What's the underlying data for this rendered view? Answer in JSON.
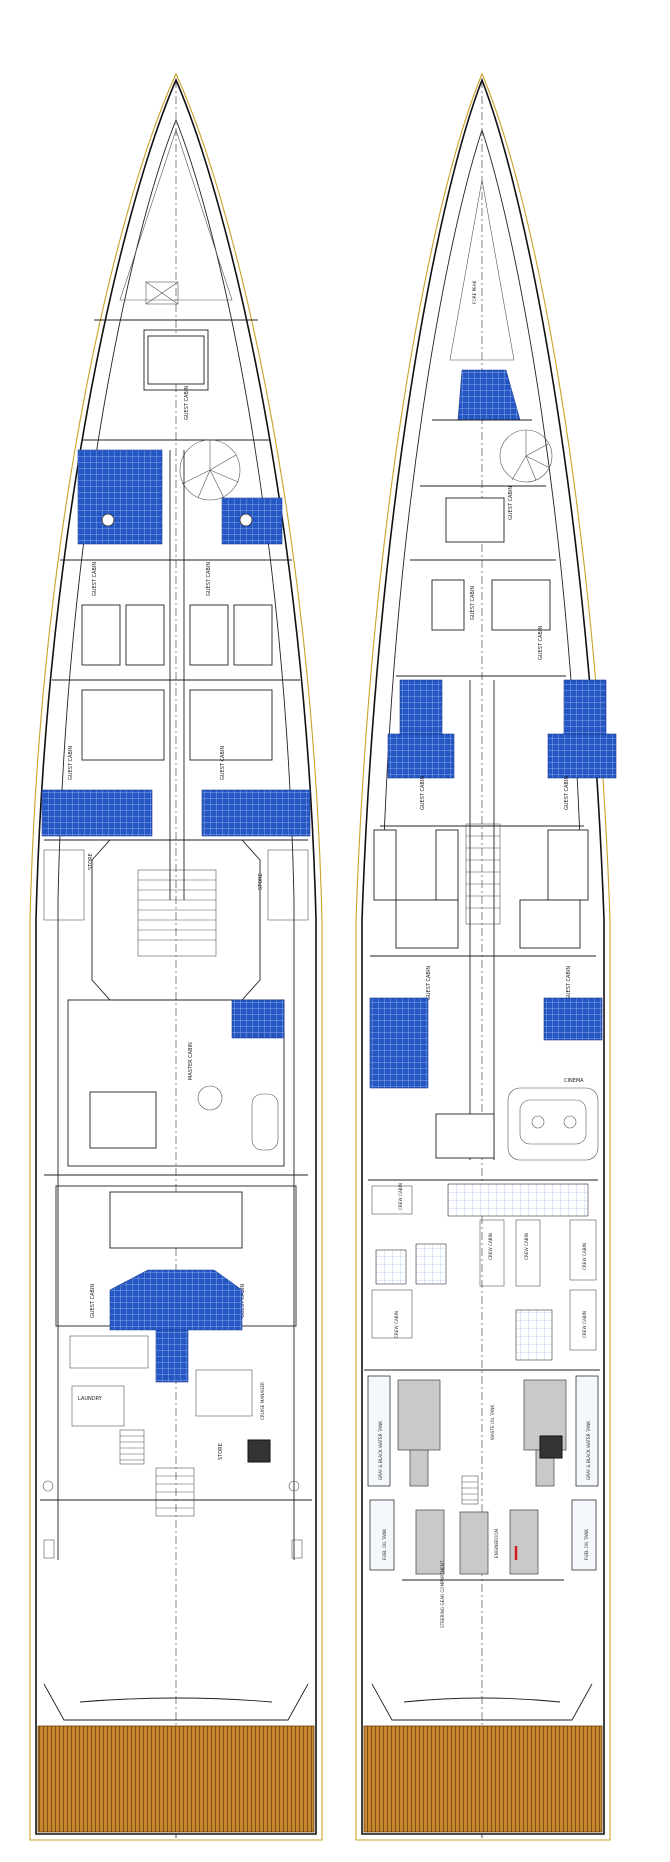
{
  "left_plan": {
    "cabins": [
      {
        "id": "lg1",
        "label": "GUEST CABIN"
      },
      {
        "id": "lg2",
        "label": "GUEST CABIN"
      },
      {
        "id": "lg3",
        "label": "GUEST CABIN"
      },
      {
        "id": "lg4",
        "label": "GUEST CABIN"
      },
      {
        "id": "lg5",
        "label": "GUEST CABIN"
      },
      {
        "id": "lg6",
        "label": "GUEST CABIN"
      },
      {
        "id": "lg7",
        "label": "GUEST CABIN"
      },
      {
        "id": "lm",
        "label": "MASTER CABIN"
      }
    ],
    "rooms": {
      "store_port": "STORE",
      "store_stbd": "STORE",
      "store_aft": "STORE",
      "laundry": "LAUNDRY",
      "cruise_manager": "CRUISE MANAGER"
    }
  },
  "right_plan": {
    "cabins": [
      {
        "id": "rg1",
        "label": "GUEST CABIN"
      },
      {
        "id": "rg2",
        "label": "GUEST CABIN"
      },
      {
        "id": "rg3",
        "label": "GUEST CABIN"
      },
      {
        "id": "rg4",
        "label": "GUEST CABIN"
      },
      {
        "id": "rg5",
        "label": "GUEST CABIN"
      },
      {
        "id": "rg6",
        "label": "GUEST CABIN"
      },
      {
        "id": "rg7",
        "label": "GUEST CABIN"
      }
    ],
    "rooms": {
      "fore_peak": "FORE PEAK",
      "cinema": "CINEMA",
      "crew_cabins": [
        "CREW CABIN",
        "CREW CABIN",
        "CREW CABIN",
        "CREW CABIN",
        "CREW CABIN",
        "CREW CABIN"
      ],
      "engine_room": "ENGINEROOM",
      "steering_gear": "STEERING GEAR COMPARTMENT",
      "waste_tank": "WASTE OIL TANK",
      "grey_black_tank_port": "GRAY & BLACK WATER TANK",
      "grey_black_tank_stbd": "GRAY & BLACK WATER TANK",
      "fuel_tank_port": "FUEL OIL TANK",
      "fuel_tank_stbd": "FUEL OIL TANK"
    }
  }
}
